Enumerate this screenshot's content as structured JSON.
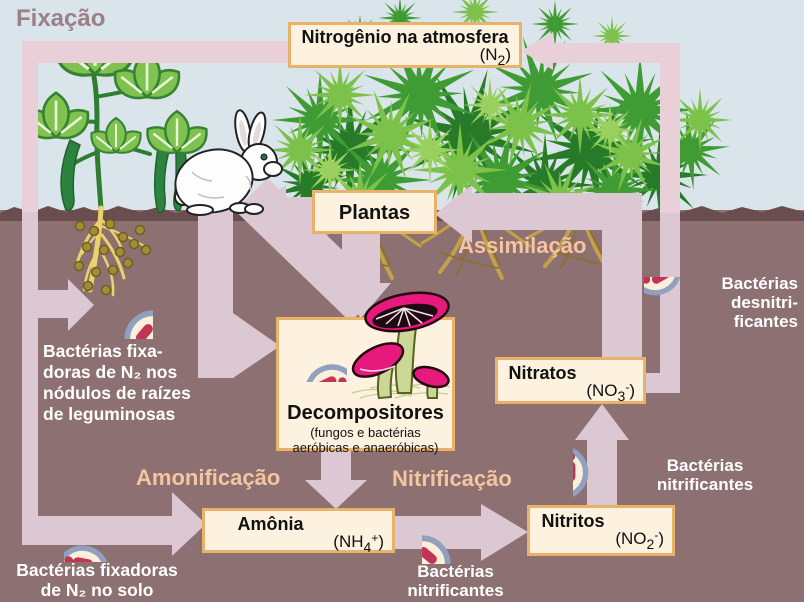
{
  "corner_label": {
    "fixacao": "Fixação"
  },
  "process_labels": {
    "assimilacao": "Assimilação",
    "amonificacao": "Amonificação",
    "nitrificacao": "Nitrificação"
  },
  "boxes": {
    "atmosphere": {
      "title": "Nitrogênio na atmosfera",
      "formula": {
        "pre": "(N",
        "sub": "2",
        "sup": "",
        "post": ")"
      }
    },
    "plantas": {
      "title": "Plantas"
    },
    "decompositores": {
      "title": "Decompositores",
      "subtitle1": "(fungos e bactérias",
      "subtitle2": "aeróbicas e anaeróbicas)"
    },
    "amonia": {
      "title": "Amônia",
      "formula": {
        "pre": "(NH",
        "sub": "4",
        "sup": "+",
        "post": ")"
      }
    },
    "nitritos": {
      "title": "Nitritos",
      "formula": {
        "pre": "(NO",
        "sub": "2",
        "sup": "-",
        "post": ")"
      }
    },
    "nitratos": {
      "title": "Nitratos",
      "formula": {
        "pre": "(NO",
        "sub": "3",
        "sup": "-",
        "post": ")"
      }
    }
  },
  "bacteria_labels": {
    "nodule": [
      "Bactérias fixa-",
      "doras de N₂ nos",
      "nódulos de raízes",
      "de leguminosas"
    ],
    "soil": [
      "Bactérias fixadoras",
      "de N₂ no solo"
    ],
    "nitrifying_lower": [
      "Bactérias",
      "nitrificantes"
    ],
    "nitrifying_upper": [
      "Bactérias",
      "nitrificantes"
    ],
    "denitrifying": [
      "Bactérias",
      "desnitri-",
      "ficantes"
    ]
  },
  "colors": {
    "sky": "#d9e4eb",
    "soil": "#8d7071",
    "soil_edge": "#6a4e4f",
    "arrow_sky": "#e9cfd8",
    "arrow_soil": "#dcc8d3",
    "box_bg": "#fcf2df",
    "box_border": "#e9b269",
    "ring": "#91a0bf",
    "circle_bg": "#f9efdb",
    "bacteria": "#c23355",
    "peach": "#f4c5a0",
    "fixacao_label": "#9a8187",
    "plant_green": "#7fc24f",
    "plant_dark": "#2c8340",
    "bush_dark": "#267a28",
    "bush_mid": "#3f9b33",
    "bush_light": "#7cc24a",
    "root_yellow": "#ecd26a",
    "nodule_olive": "#a28d36",
    "bush_root": "#c2a14a",
    "mushroom_pink": "#e8197d",
    "mushroom_stem": "#ccd795"
  }
}
